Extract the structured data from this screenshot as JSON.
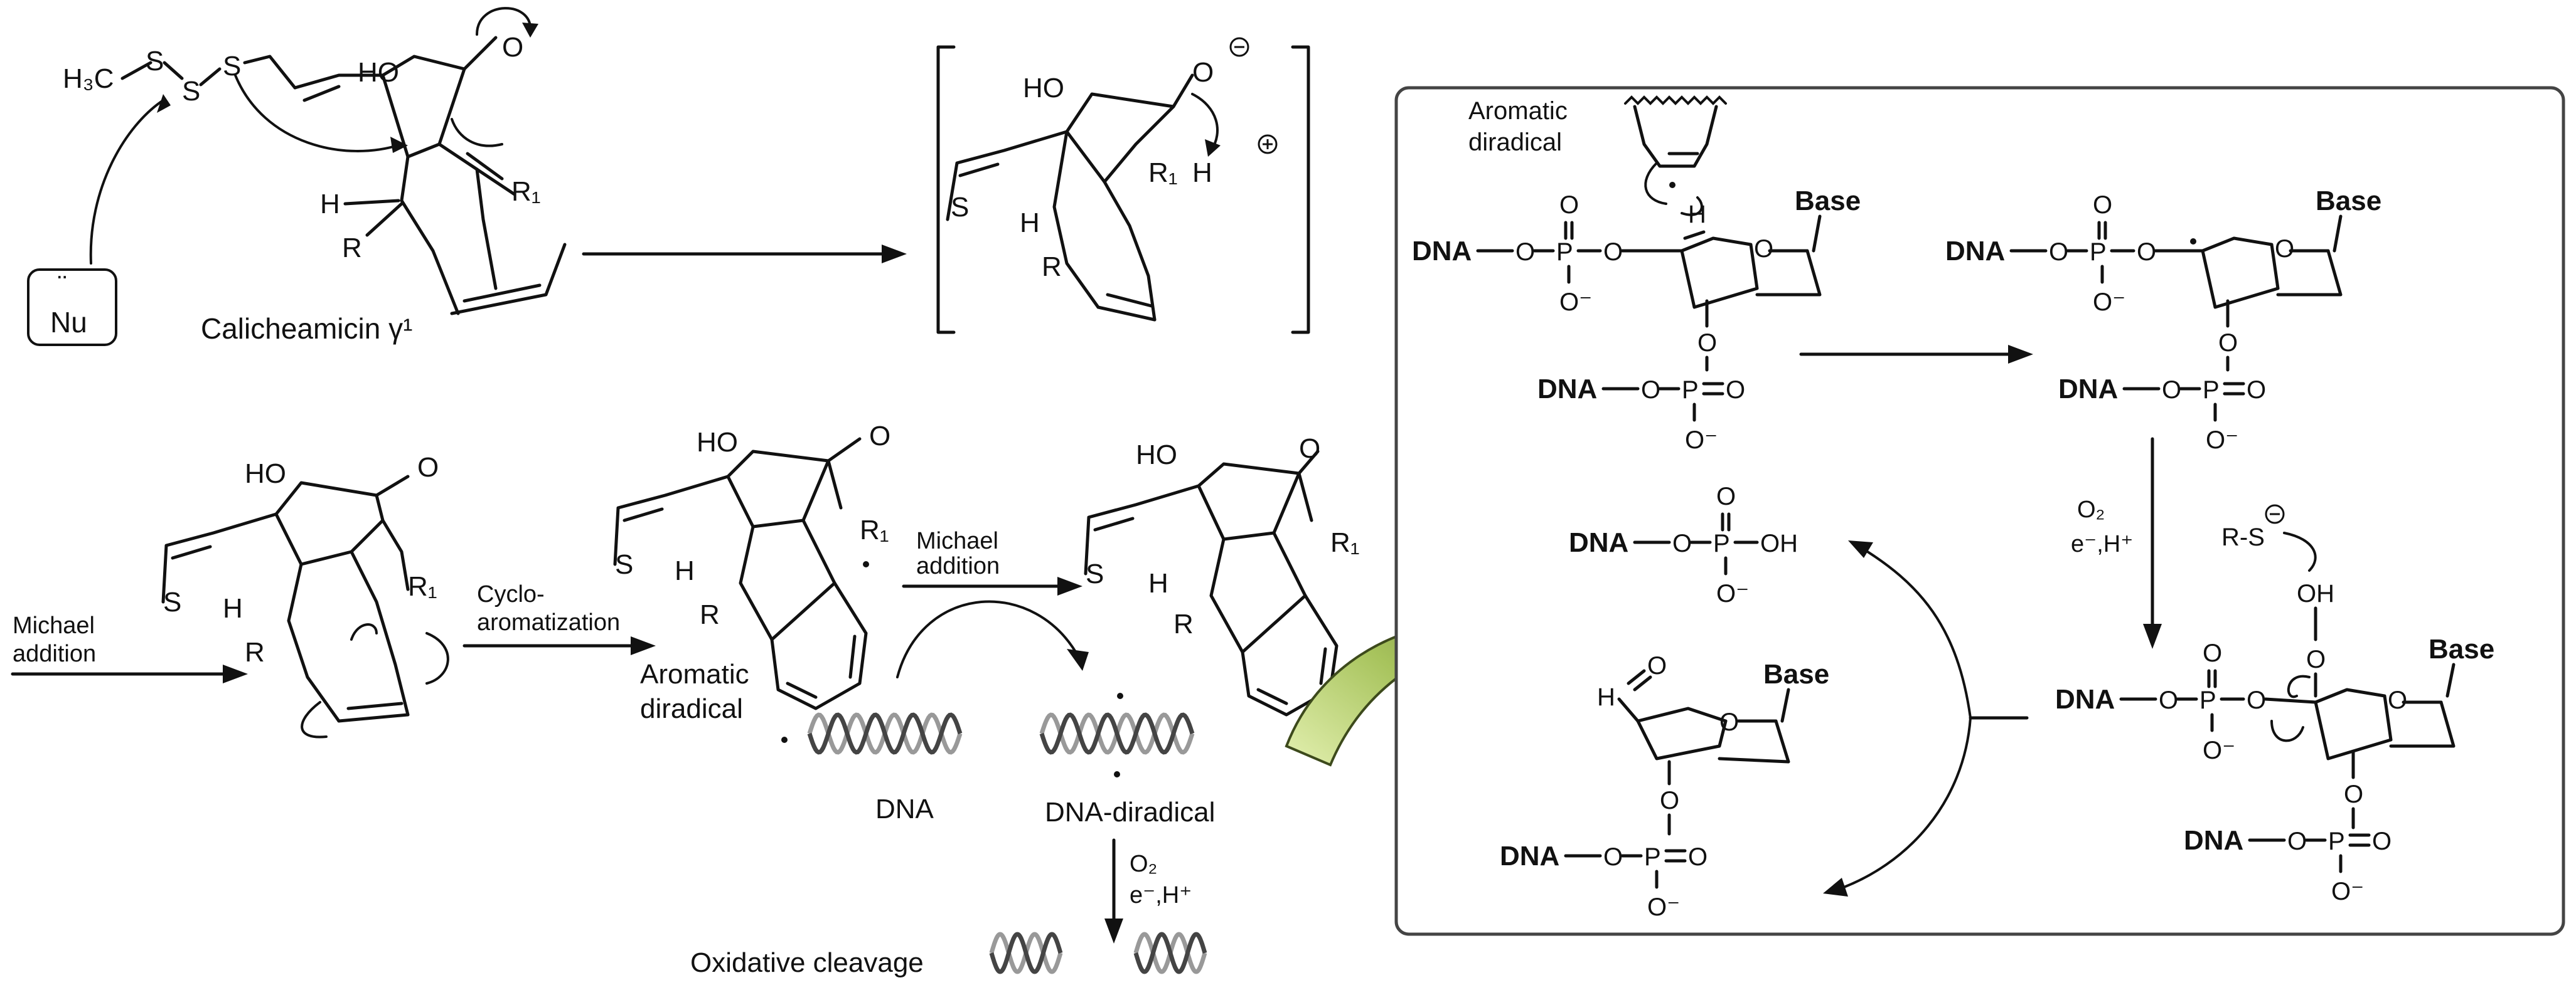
{
  "labels": {
    "methyl": "H₃C",
    "s1": "S",
    "s2": "S",
    "s3": "S",
    "nu": "Nu",
    "nu_dots": "¨",
    "calicheamicin": "Calicheamicin γ¹",
    "ho": "HO",
    "o_keto": "O",
    "h": "H",
    "r": "R",
    "r1": "R₁",
    "o_anion": "O",
    "s_ring": "S",
    "michael_addition": "Michael addition",
    "michael_line1": "Michael",
    "michael_line2": "addition",
    "cyclo_line1": "Cyclo-",
    "cyclo_line2": "aromatization",
    "aromatic_line1": "Aromatic",
    "aromatic_line2": "diradical",
    "dna": "DNA",
    "dna_diradical": "DNA-diradical",
    "o2": "O₂",
    "e_h": "e⁻,H⁺",
    "oxidative_cleavage": "Oxidative cleavage",
    "base": "Base",
    "o": "O",
    "p": "P",
    "o_minus": "O⁻",
    "oh": "OH",
    "rs": "R-S",
    "h_ald": "H"
  }
}
